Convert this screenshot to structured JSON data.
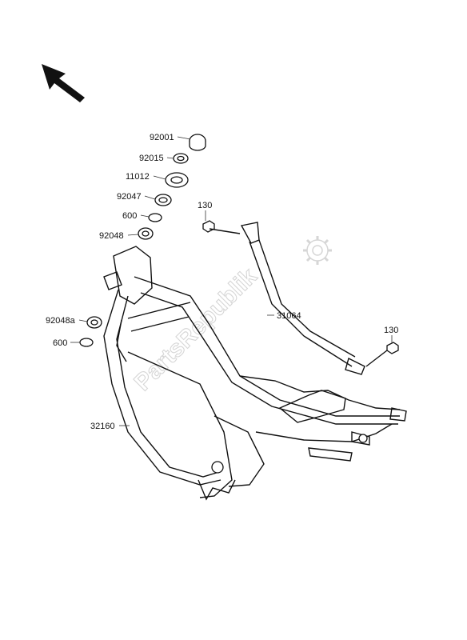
{
  "watermark": {
    "text": "PartsRepublik"
  },
  "direction_arrow": {
    "icon": "front-direction-arrow-icon"
  },
  "parts": [
    {
      "id": "p-92001",
      "number": "92001"
    },
    {
      "id": "p-92015",
      "number": "92015"
    },
    {
      "id": "p-11012",
      "number": "11012"
    },
    {
      "id": "p-92047",
      "number": "92047"
    },
    {
      "id": "p-600a",
      "number": "600"
    },
    {
      "id": "p-92048",
      "number": "92048"
    },
    {
      "id": "p-130a",
      "number": "130"
    },
    {
      "id": "p-31064",
      "number": "31064"
    },
    {
      "id": "p-92048a",
      "number": "92048a"
    },
    {
      "id": "p-600b",
      "number": "600"
    },
    {
      "id": "p-130b",
      "number": "130"
    },
    {
      "id": "p-32160",
      "number": "32160"
    }
  ]
}
